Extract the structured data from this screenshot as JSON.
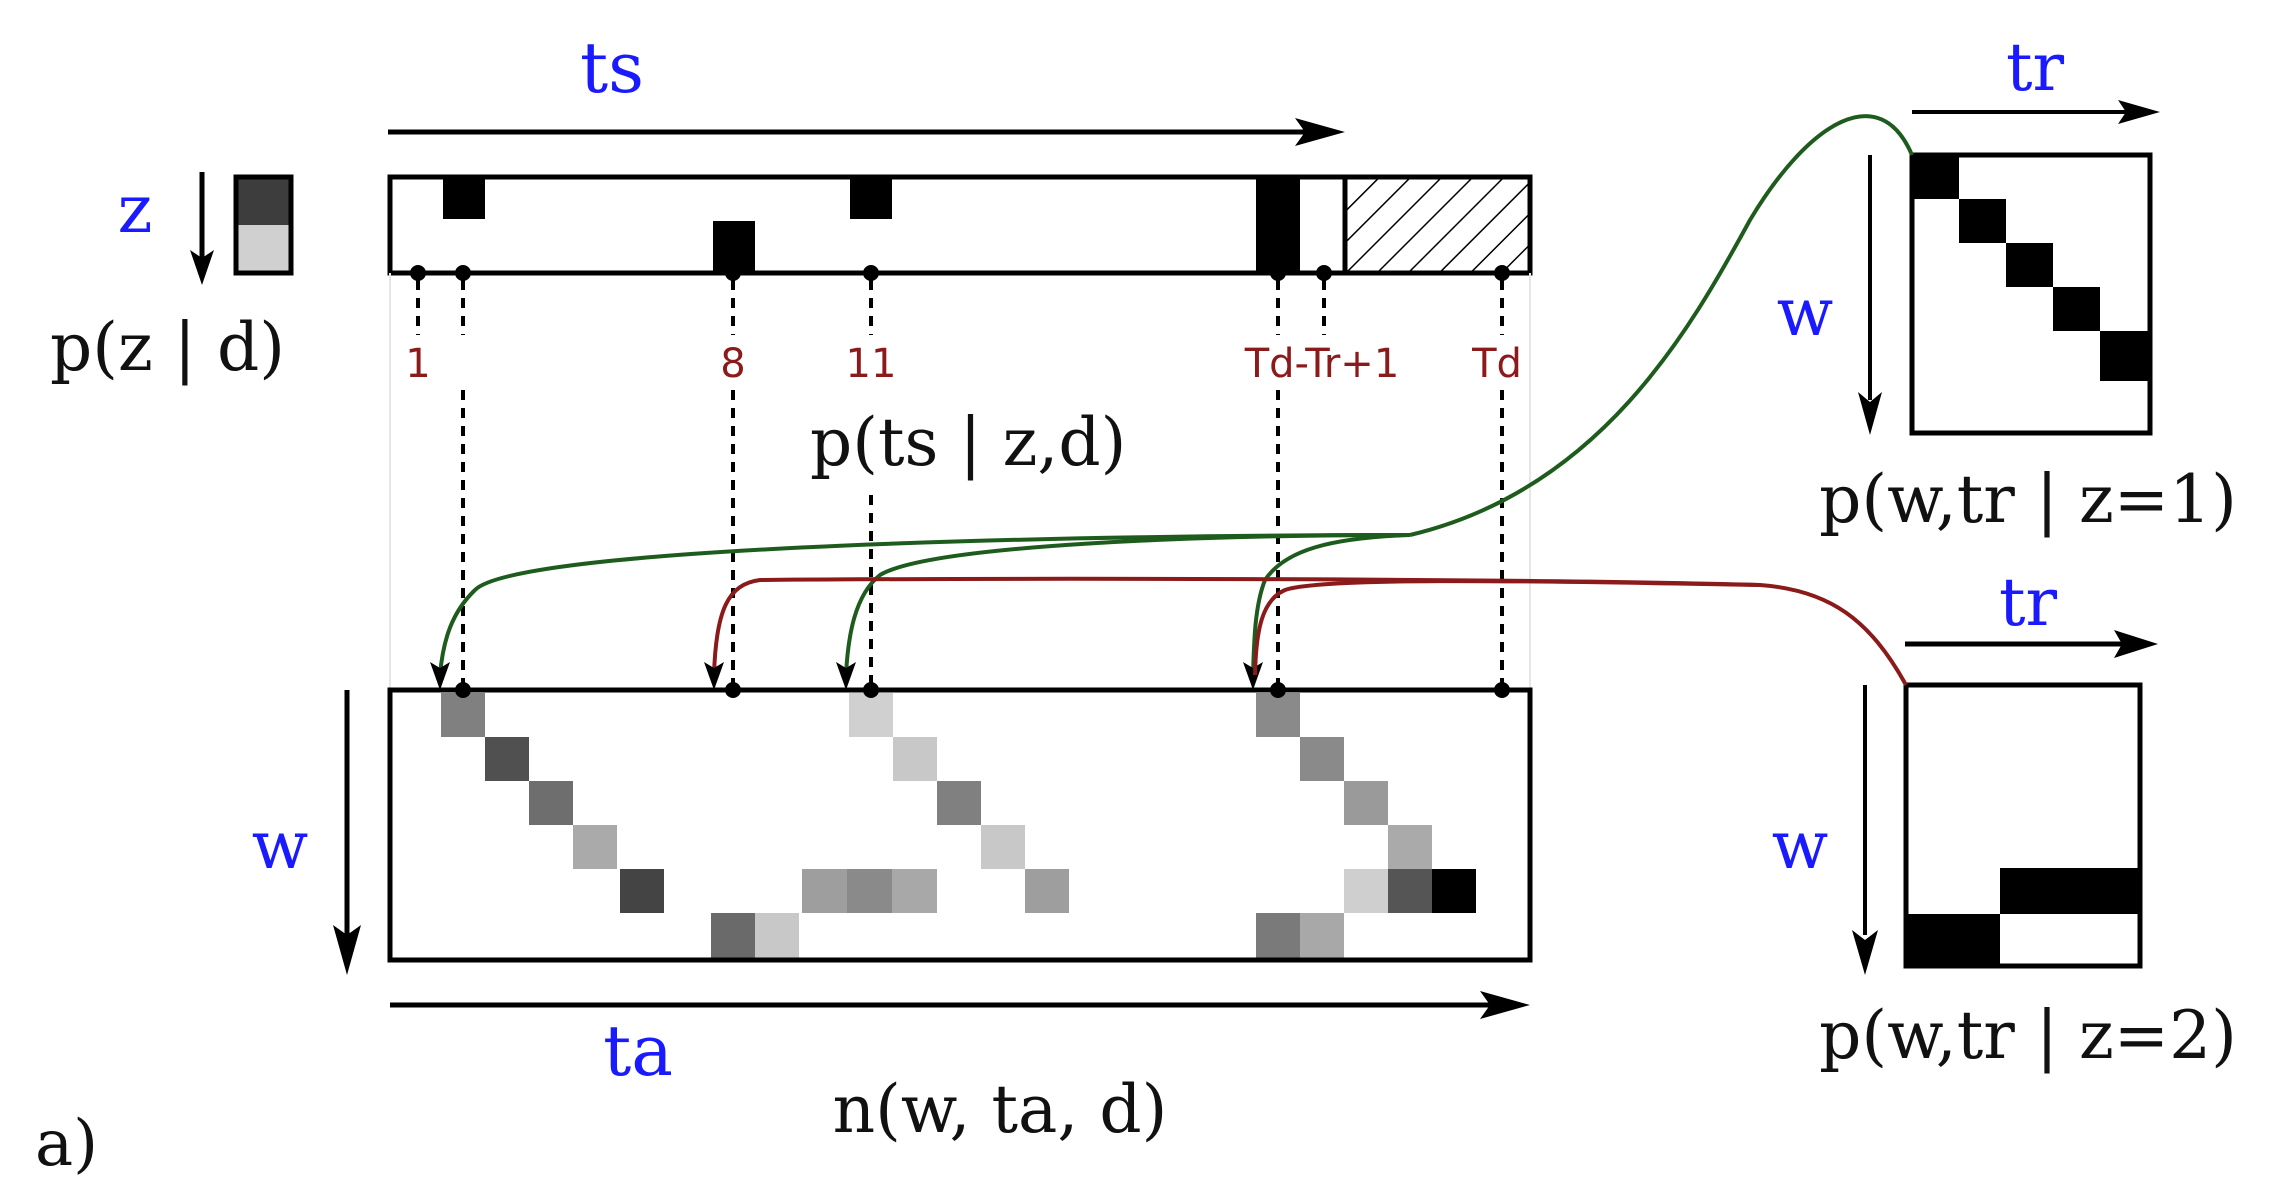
{
  "labels": {
    "ts": "ts",
    "z": "z",
    "pz": "p(z | d)",
    "pts": "p(ts | z,d)",
    "w_main": "w",
    "ta": "ta",
    "n": "n(w, ta, d)",
    "panel": "a)",
    "tr1": "tr",
    "w1": "w",
    "pw1": "p(w,tr | z=1)",
    "tr2": "tr",
    "w2": "w",
    "pw2": "p(w,tr | z=2)"
  },
  "ticks": {
    "t1": "1",
    "t8": "8",
    "t11": "11",
    "ttr": "Td-Tr+1",
    "ttd": "Td"
  },
  "colors": {
    "z1_curve": "#1e5c1e",
    "z2_curve": "#8b1a1a",
    "tick_text": "#8b1a1a",
    "variable_text": "#1a1aff"
  }
}
